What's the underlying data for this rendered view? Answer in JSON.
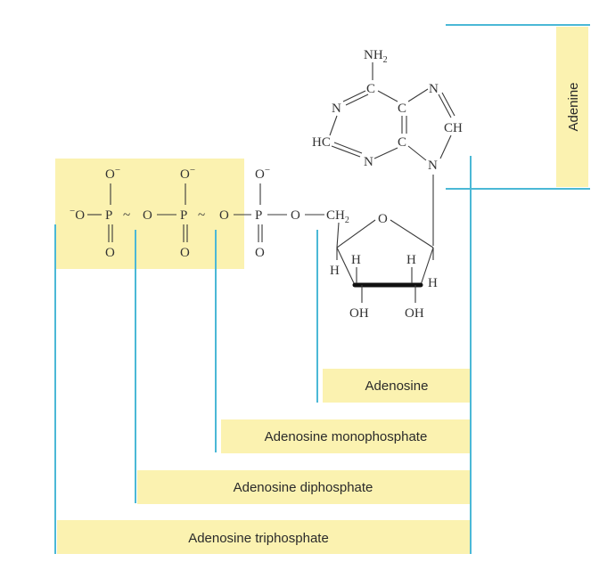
{
  "colors": {
    "highlight": "#fbf2b0",
    "bracket": "#4bb8d6",
    "text": "#2a2a2a"
  },
  "labels": {
    "adenine": "Adenine",
    "adenosine": "Adenosine",
    "amp": "Adenosine monophosphate",
    "adp": "Adenosine diphosphate",
    "atp": "Adenosine triphosphate"
  },
  "atoms": {
    "nh2": "NH",
    "sub2": "2",
    "n": "N",
    "c": "C",
    "ch": "CH",
    "hc": "HC",
    "h": "H",
    "oh": "OH",
    "o": "O",
    "p": "P",
    "ch2": "CH",
    "o_minus": "O",
    "minus": "−",
    "tilde": "~",
    "dash": "−"
  }
}
